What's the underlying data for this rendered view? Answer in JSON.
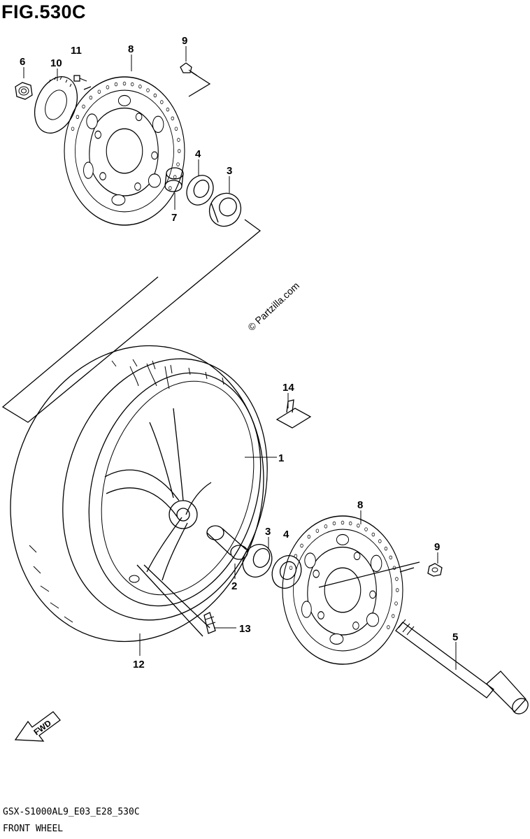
{
  "figure": {
    "title": "FIG.530C",
    "code": "GSX-S1000AL9_E03_E28_530C",
    "name": "FRONT WHEEL",
    "watermark": "© Partzilla.com"
  },
  "callouts": [
    "1",
    "2",
    "3",
    "3",
    "4",
    "4",
    "5",
    "6",
    "7",
    "8",
    "8",
    "9",
    "9",
    "10",
    "11",
    "12",
    "13",
    "14"
  ],
  "fwd": "FWD"
}
